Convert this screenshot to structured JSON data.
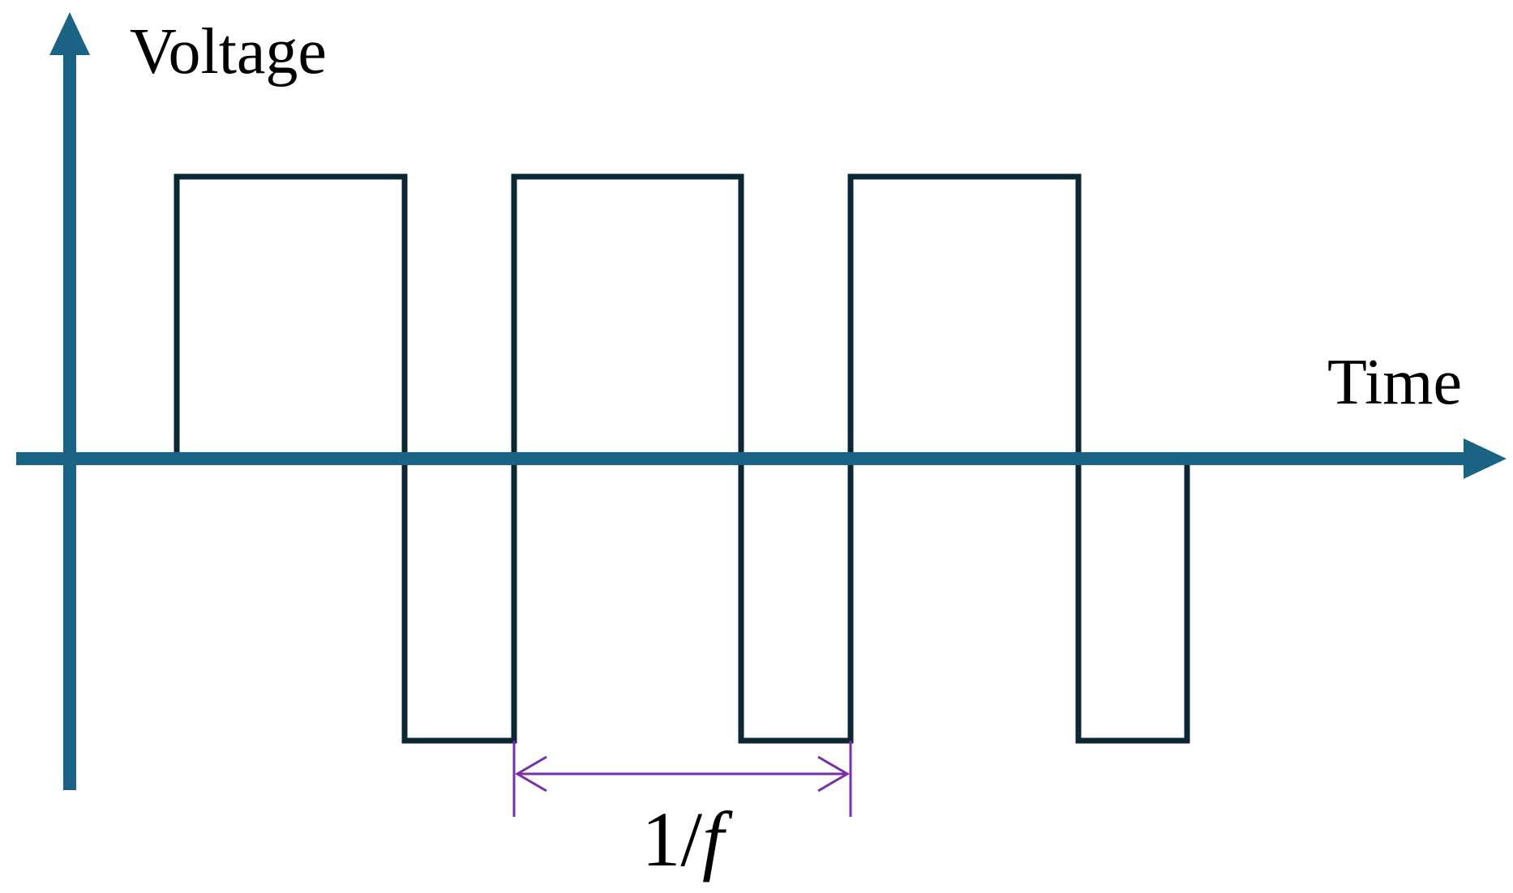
{
  "y_axis": {
    "label": "Voltage"
  },
  "x_axis": {
    "label": "Time"
  },
  "waveform": {
    "type": "square-wave",
    "levels": [
      "high",
      "zero",
      "low"
    ],
    "description_points": 3
  },
  "period_marker": {
    "numerator": "1/",
    "variable": "f"
  },
  "colors": {
    "axis": "#1b6384",
    "waveform": "#0d2634",
    "period_marker": "#7b2fa6",
    "text": "#000000"
  }
}
